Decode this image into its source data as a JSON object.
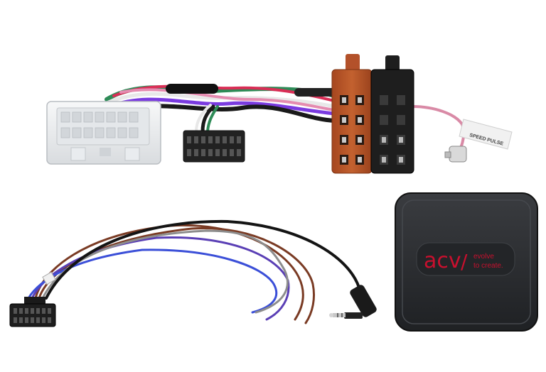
{
  "harness": {
    "antenna_tag_label": "SPEED PULSE"
  },
  "interface_box": {
    "brand": "acv",
    "separator": "/",
    "tagline_line1": "evolve",
    "tagline_line2": "to create."
  },
  "colors": {
    "background": "#ffffff",
    "iso_orange": "#b3512a",
    "iso_black": "#1e1e1e",
    "white_plug": "#eceef0",
    "box_body": "#2b2d30",
    "brand_red": "#c8102e",
    "wire_brown": "#7a3b24",
    "wire_black": "#141414",
    "wire_purple": "#5a3fb5",
    "wire_blue": "#3b4fd8",
    "wire_grey": "#8d8d8d",
    "wire_green": "#2e8b57",
    "wire_pink": "#d98aa6"
  }
}
